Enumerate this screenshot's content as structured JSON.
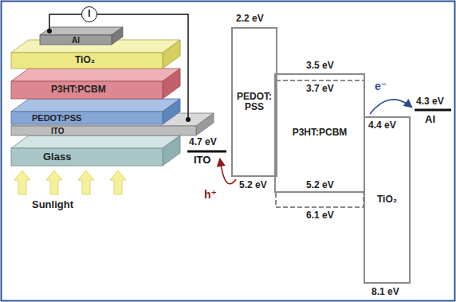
{
  "diagram": {
    "nodes": [
      {
        "text": [
          "I"
        ]
      },
      {
        "text": [
          "Al"
        ]
      },
      {
        "text": [
          "TiO₂"
        ]
      },
      {
        "text": [
          "P3HT:PCBM"
        ]
      },
      {
        "text": [
          "PEDOT:PSS"
        ]
      },
      {
        "text": [
          "ITO"
        ]
      },
      {
        "text": [
          "Glass"
        ]
      },
      {
        "text": [
          "PEDOT: PSS"
        ]
      },
      {
        "text": [
          "P3HT:PCBM"
        ]
      },
      {
        "text": [
          "TiO₂"
        ]
      }
    ],
    "edges": [
      {
        "from": 0,
        "to": 1,
        "arrow": "none"
      },
      {
        "from": 0,
        "to": 5,
        "arrow": "none"
      }
    ],
    "labels": [
      "4.7 eV",
      "ITO",
      "2.2 eV",
      "5.2 eV",
      "3.5 eV",
      "3.7 eV",
      "5.2 eV",
      "6.1 eV",
      "4.4 eV",
      "8.1 eV",
      "4.3 eV",
      "Al",
      "e⁻",
      "h⁺",
      "Sunlight"
    ]
  }
}
